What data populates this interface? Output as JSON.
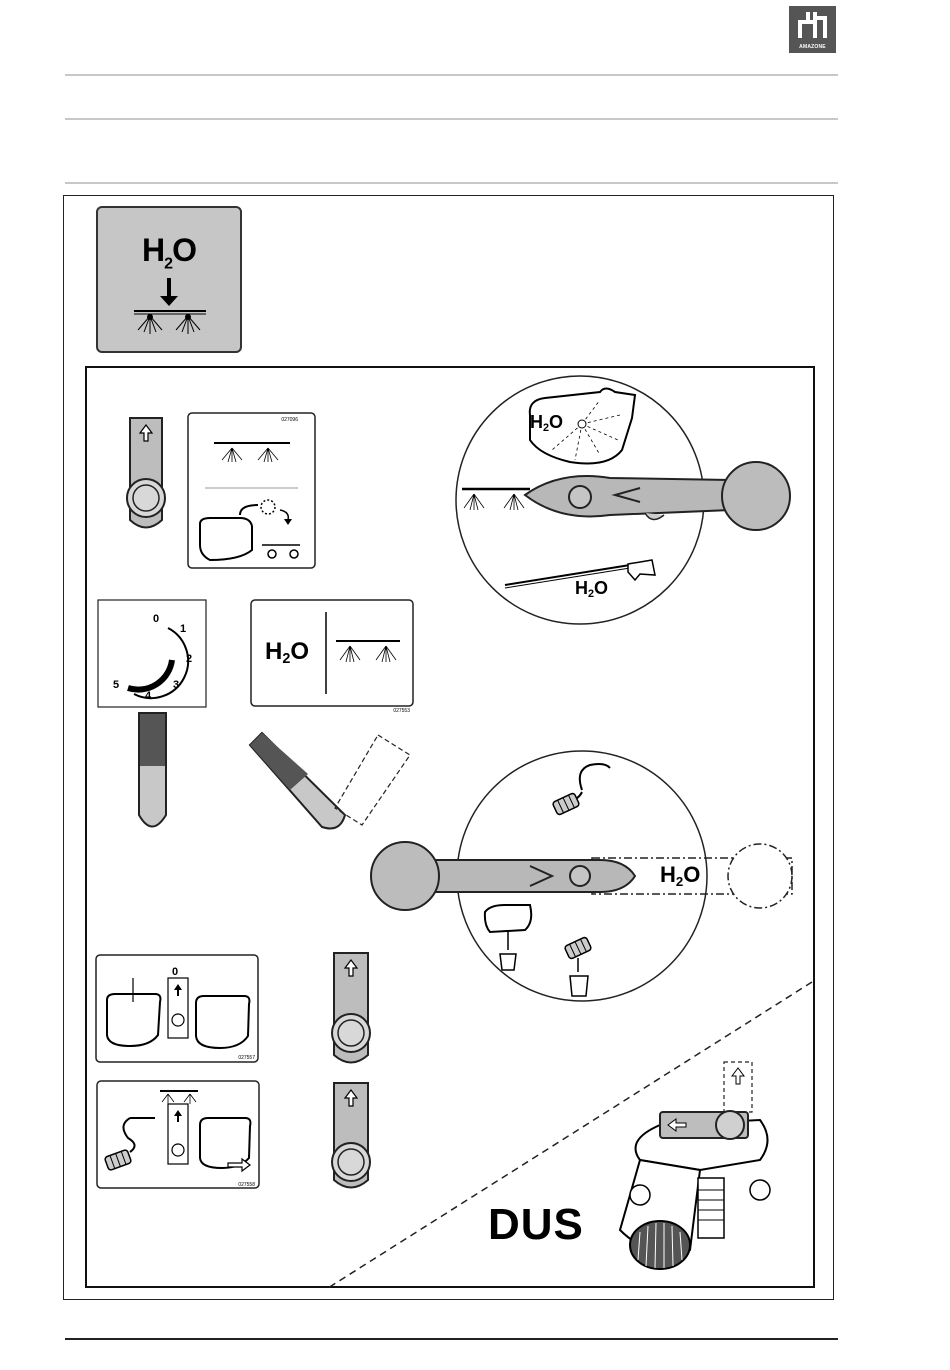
{
  "header": {
    "logo_text": "AMAZONE"
  },
  "tile": {
    "h2o_label": "H",
    "h2o_sub": "2",
    "h2o_o": "O"
  },
  "sticker_top": {
    "code": "027096"
  },
  "sticker_h2o": {
    "label": "H",
    "sub": "2",
    "o": "O",
    "code": "027553"
  },
  "dial": {
    "ticks": [
      "0",
      "1",
      "2",
      "3",
      "4",
      "5"
    ]
  },
  "circle_top": {
    "tank_label": "H",
    "tank_sub": "2",
    "tank_o": "O",
    "gun_label": "H",
    "gun_sub": "2",
    "gun_o": "O"
  },
  "circle_bottom": {
    "label": "H",
    "sub": "2",
    "o": "O"
  },
  "sticker_bl1": {
    "zero": "0",
    "code": "027557"
  },
  "sticker_bl2": {
    "code": "027558"
  },
  "dus_label": "DUS"
}
